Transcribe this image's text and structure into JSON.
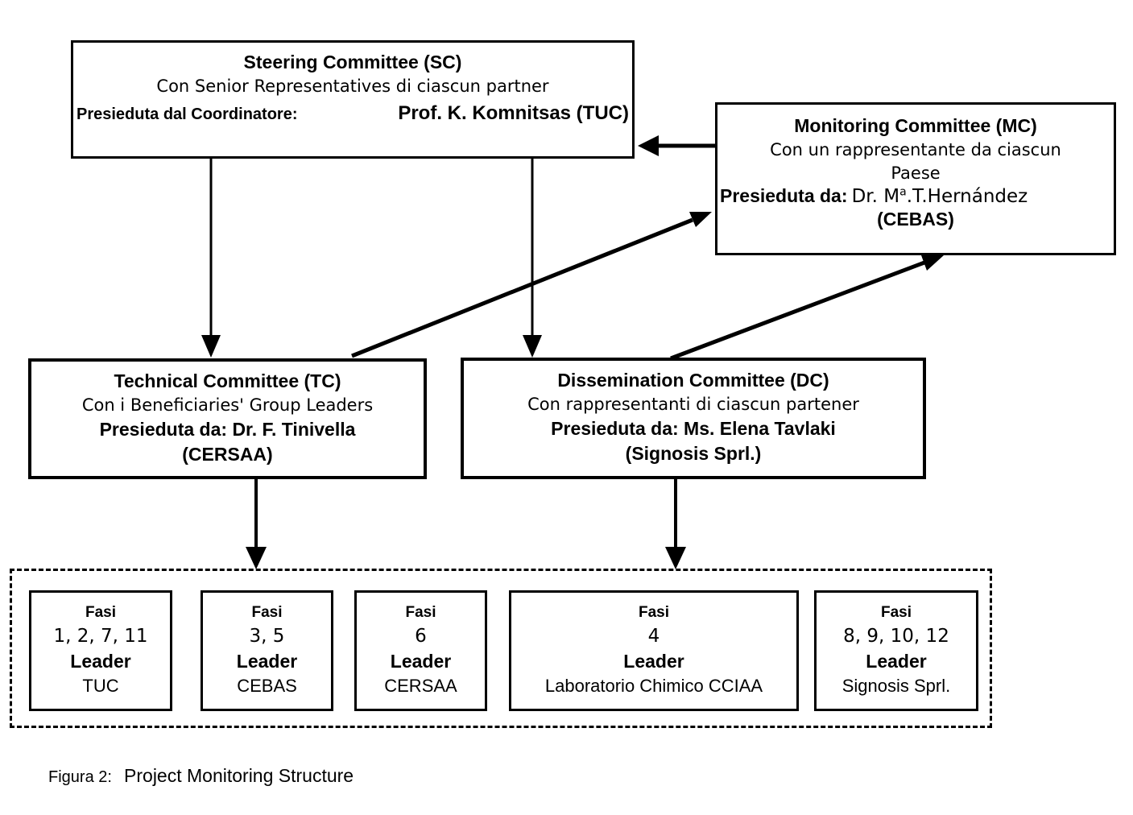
{
  "figure": {
    "caption_label": "Figura 2:",
    "caption_text": "Project Monitoring Structure"
  },
  "committees": {
    "steering": {
      "title": "Steering Committee (SC)",
      "subtitle": "Con Senior Representatives di ciascun partner",
      "chair_label": "Presieduta dal Coordinatore:",
      "chair_name": "Prof. K. Komnitsas (TUC)"
    },
    "monitoring": {
      "title": "Monitoring Committee (MC)",
      "subtitle": "Con un rappresentante da ciascun Paese",
      "chair_label": "Presieduta da:",
      "chair_name_prefix": "Dr. M",
      "chair_name_sup": "a",
      "chair_name_suffix": ".T.Hernández",
      "chair_org": "(CEBAS)"
    },
    "technical": {
      "title": "Technical Committee (TC)",
      "subtitle": "Con i Beneficiaries' Group Leaders",
      "chair_line": "Presieduta da: Dr. F. Tinivella",
      "chair_org": "(CERSAA)"
    },
    "dissemination": {
      "title": "Dissemination Committee (DC)",
      "subtitle": "Con rappresentanti di ciascun partener",
      "chair_line": "Presieduta da: Ms. Elena Tavlaki",
      "chair_org": "(Signosis Sprl.)"
    }
  },
  "phases": {
    "fasi_label": "Fasi",
    "leader_label": "Leader",
    "groups": [
      {
        "fasi": "1, 2, 7, 11",
        "leader": "TUC"
      },
      {
        "fasi": "3, 5",
        "leader": "CEBAS"
      },
      {
        "fasi": "6",
        "leader": "CERSAA"
      },
      {
        "fasi": "4",
        "leader": "Laboratorio Chimico CCIAA"
      },
      {
        "fasi": "8, 9, 10, 12",
        "leader": "Signosis Sprl."
      }
    ]
  },
  "colors": {
    "line": "#000000",
    "background": "#ffffff",
    "text": "#000000"
  }
}
